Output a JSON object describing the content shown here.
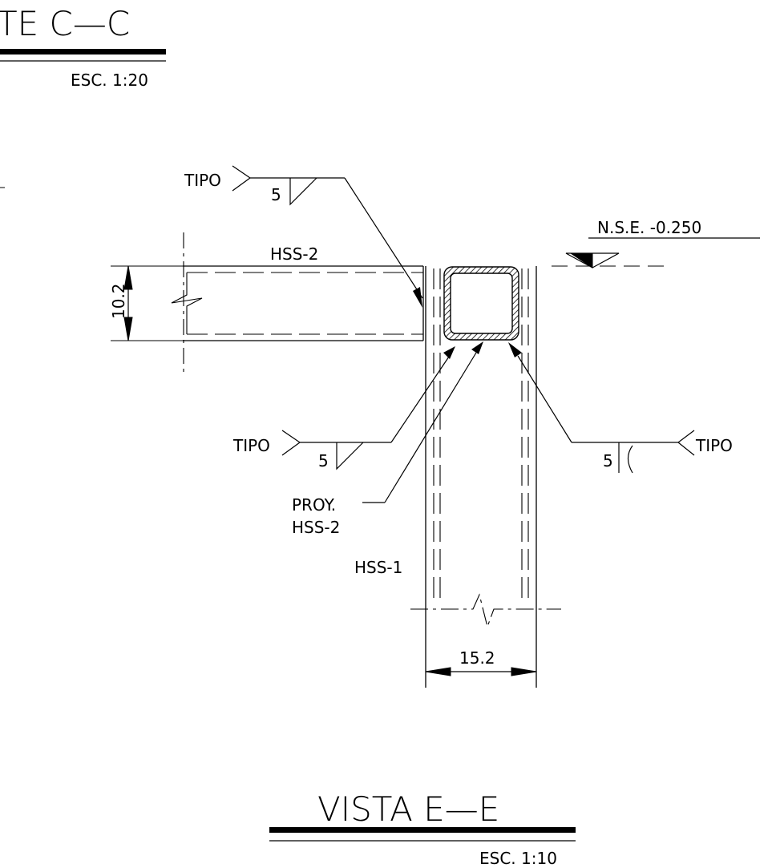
{
  "top_view": {
    "title": "TE  C—C",
    "scale": "ESC. 1:20"
  },
  "bottom_view": {
    "title": "VISTA  E—E",
    "scale": "ESC. 1:10"
  },
  "labels": {
    "weld_type": "TIPO",
    "weld_size": "5",
    "member_beam": "HSS-2",
    "member_column": "HSS-1",
    "projection_line1": "PROY.",
    "projection_line2": "HSS-2",
    "level_mark": "N.S.E.  -0.250"
  },
  "dimensions": {
    "beam_depth": "10.2",
    "column_width": "15.2"
  }
}
